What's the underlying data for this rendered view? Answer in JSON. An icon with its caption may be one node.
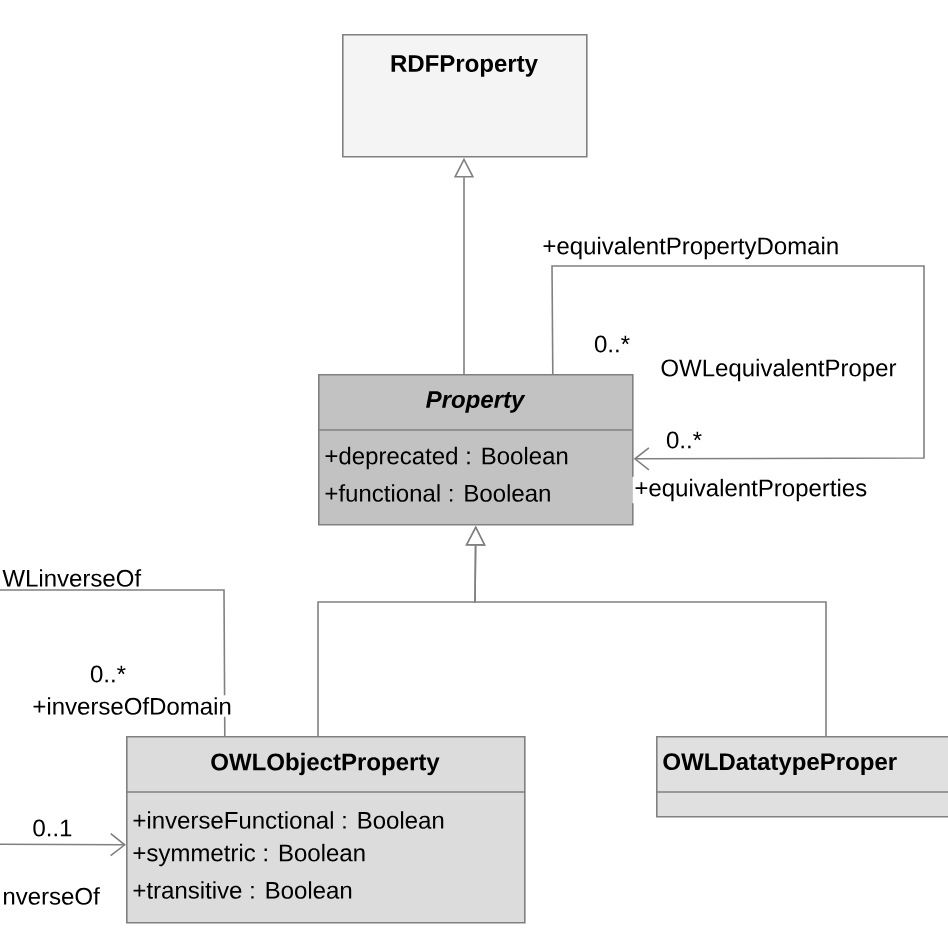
{
  "diagram": {
    "nodes": [
      {
        "text": [
          "RDFProperty"
        ]
      },
      {
        "text": [
          "Property",
          "+deprecated : Boolean",
          "+functional : Boolean"
        ]
      },
      {
        "text": [
          "OWLObjectProperty",
          "+inverseFunctional : Boolean",
          "+symmetric : Boolean",
          "+transitive : Boolean"
        ]
      },
      {
        "text": [
          "OWLDatatypeProper"
        ]
      }
    ],
    "edges": [
      {
        "from": 1,
        "to": 0,
        "arrow": "to"
      },
      {
        "from": 1,
        "to": 1,
        "arrow": "to",
        "label": "OWLequivalentProper"
      },
      {
        "from": 2,
        "to": 1,
        "arrow": "to"
      },
      {
        "from": 3,
        "to": 1,
        "arrow": "to"
      },
      {
        "from": 2,
        "to": 2,
        "arrow": "to",
        "label": "WLinverseOf"
      }
    ],
    "labels": [
      "+equivalentPropertyDomain",
      "0..*",
      "0..*",
      "+equivalentProperties",
      "0..*",
      "+inverseOfDomain",
      "0..1",
      "nverseOf"
    ]
  }
}
